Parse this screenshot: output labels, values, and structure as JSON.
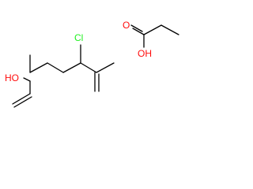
{
  "molecule_1": {
    "hydroxyl_label": "HO",
    "chlorine_label": "Cl"
  },
  "molecule_2": {
    "hydroxyl_label": "OH",
    "carbonyl_label": "O"
  },
  "colors": {
    "bond": "#000000",
    "oxygen": "#ff0d0d",
    "chlorine": "#1ff01f",
    "background": "#ffffff"
  }
}
